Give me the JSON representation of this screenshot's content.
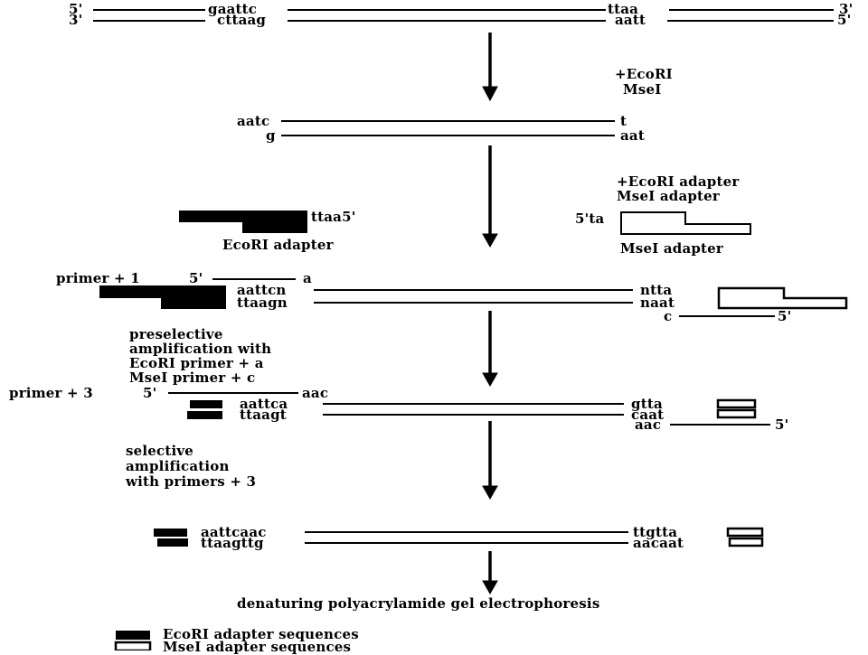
{
  "top": {
    "five_left": "5'",
    "three_left": "3'",
    "gaattc": "gaattc",
    "cttaag": "cttaag",
    "ttaa": "ttaa",
    "aatt": "aatt",
    "three_right": "3'",
    "five_right": "5'"
  },
  "step1": {
    "enzyme_line1": "+EcoRI",
    "enzyme_line2": "MseI"
  },
  "digest": {
    "aatc": "aatc",
    "g": "g",
    "t": "t",
    "aat": "aat"
  },
  "step2": {
    "adapters_line1": "+EcoRI adapter",
    "adapters_line2": "MseI adapter",
    "ecori_end": "ttaa5'",
    "ecori_label": "EcoRI adapter",
    "msei_end": "5'ta",
    "msei_label": "MseI adapter"
  },
  "ligated": {
    "primer_label": "primer + 1",
    "primer_5": "5'",
    "a": "a",
    "aattcn": "aattcn",
    "ttaagn": "ttaagn",
    "ntta": "ntta",
    "naat": "naat",
    "c": "c",
    "c_5": "5'"
  },
  "preselective": {
    "text": [
      "preselective",
      "amplification with",
      "EcoRI primer + a",
      "MseI primer + c"
    ]
  },
  "pre_product": {
    "primer_label": "primer + 3",
    "primer_5": "5'",
    "aac_top": "aac",
    "aattca": "aattca",
    "ttaagt": "ttaagt",
    "gtta": "gtta",
    "caat": "caat",
    "aac_bottom": "aac",
    "aac_5": "5'"
  },
  "selective": {
    "text": [
      "selective",
      "amplification",
      "with primers + 3"
    ]
  },
  "final_product": {
    "aattcaac": "aattcaac",
    "ttaagttg": "ttaagttg",
    "ttgtta": "ttgtta",
    "aacaat": "aacaat"
  },
  "gel": {
    "text": "denaturing polyacrylamide gel electrophoresis"
  },
  "legend": {
    "ecori": "EcoRI adapter sequences",
    "msei": "MseI adapter sequences"
  }
}
